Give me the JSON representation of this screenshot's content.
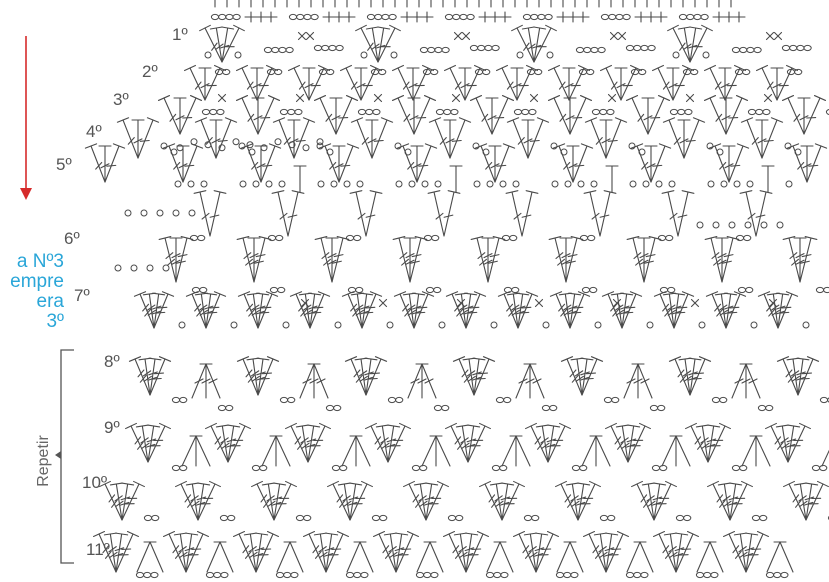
{
  "diagram": {
    "row_labels": [
      "1º",
      "2º",
      "3º",
      "4º",
      "5º",
      "6º",
      "7º",
      "8º",
      "9º",
      "10º",
      "11º"
    ],
    "note_lines": [
      "a Nº3",
      "empre",
      "era",
      "3º"
    ],
    "repeat_label": "Repetir",
    "colors": {
      "symbol_stroke": "#4a4a4a",
      "arrow": "#d62b2b",
      "note_text": "#2aa6d8",
      "bracket": "#555555"
    },
    "symbols": [
      "chain",
      "single-crochet",
      "double-crochet",
      "treble-crochet",
      "fan",
      "picot"
    ]
  }
}
